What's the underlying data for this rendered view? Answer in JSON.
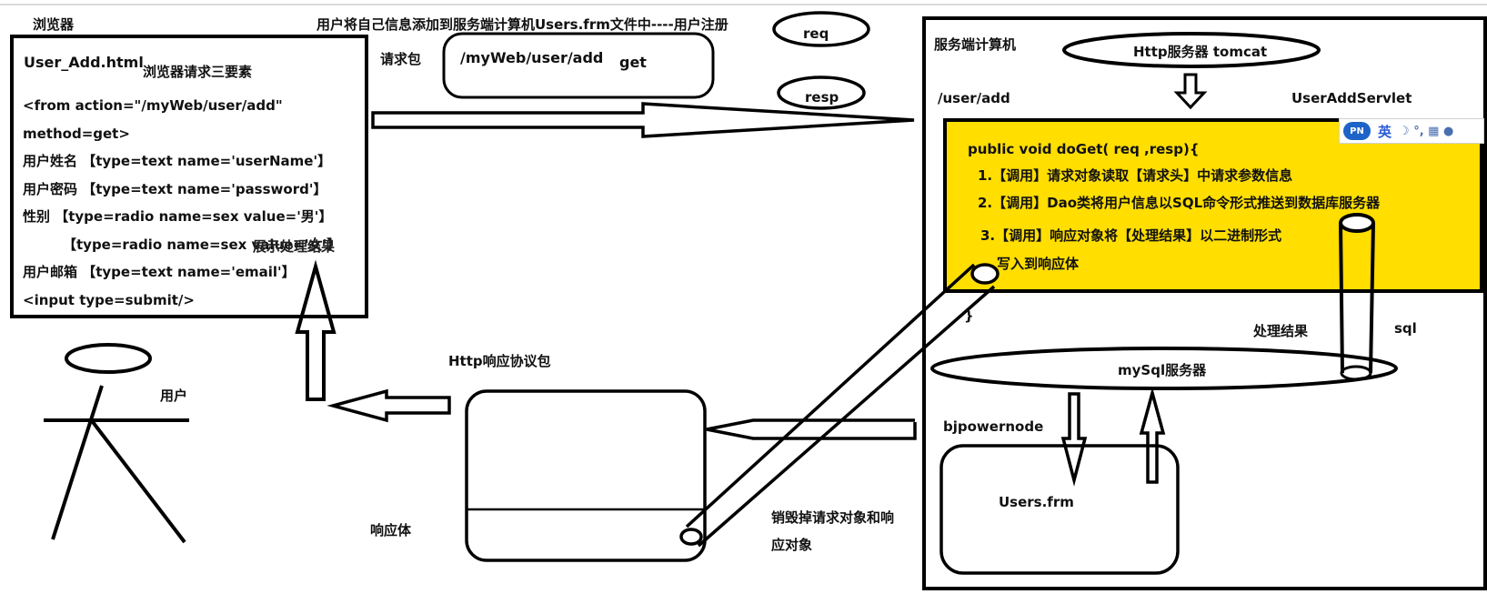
{
  "title": "用户将自己信息添加到服务端计算机Users.frm文件中----用户注册",
  "browser": {
    "label": "浏览器",
    "file": "User_Add.html",
    "request_three": "浏览器请求三要素",
    "show_result": "展示处理结果",
    "form_lines": [
      "<from action=\"/myWeb/user/add\"",
      "method=get>",
      "用户姓名 【type=text  name='userName'】",
      "用户密码 【type=text name='password'】",
      "性别 【type=radio name=sex value='男'】",
      "【type=radio name=sex value='女'】",
      "用户邮箱 【type=text name='email'】",
      "<input type=submit/>"
    ]
  },
  "request_packet": {
    "label": "请求包",
    "url": "/myWeb/user/add",
    "method": "get"
  },
  "req_label": "req",
  "resp_label": "resp",
  "server": {
    "label": "服务端计算机",
    "tomcat": "Http服务器 tomcat",
    "path": "/user/add",
    "servlet": "UserAddServlet",
    "method_sig": "public  void   doGet( req ,resp){",
    "steps": [
      "1.【调用】请求对象读取【请求头】中请求参数信息",
      "2.【调用】Dao类将用户信息以SQL命令形式推送到数据库服务器",
      "3.【调用】响应对象将【处理结果】以二进制形式",
      "写入到响应体"
    ],
    "close_brace": "}",
    "result_label": "处理结果",
    "sql_label": "sql",
    "mysql": "mySql服务器",
    "company": "bjpowernode",
    "users_file": "Users.frm"
  },
  "response": {
    "protocol": "Http响应协议包",
    "body": "响应体",
    "destroy_line1": "销毁掉请求对象和响",
    "destroy_line2": "应对象"
  },
  "user_label": "用户",
  "ime": {
    "logo": "PN",
    "lang": "英",
    "icons": "☽ °, ▦ ●"
  },
  "colors": {
    "highlight": "#ffde00",
    "ink": "#000000"
  }
}
